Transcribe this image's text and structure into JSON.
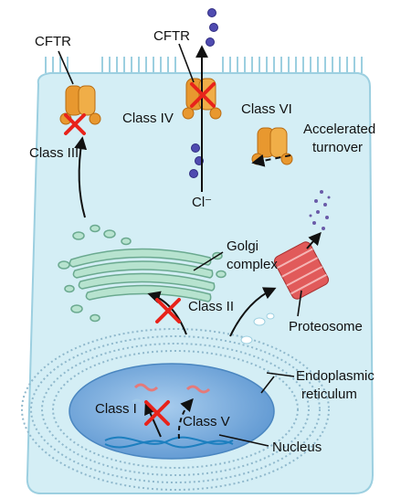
{
  "labels": {
    "cftr_left": "CFTR",
    "cftr_top": "CFTR",
    "class_1": "Class I",
    "class_2": "Class II",
    "class_3": "Class III",
    "class_4": "Class IV",
    "class_5": "Class V",
    "class_6": "Class VI",
    "accelerated_turnover_1": "Accelerated",
    "accelerated_turnover_2": "turnover",
    "golgi_1": "Golgi",
    "golgi_2": "complex",
    "proteosome": "Proteosome",
    "er_1": "Endoplasmic",
    "er_2": "reticulum",
    "nucleus": "Nucleus",
    "chloride": "Cl⁻"
  },
  "colors": {
    "cell_fill": "#d4eef5",
    "cell_stroke": "#9ccfe0",
    "nucleus_fill": "#7fb3e0",
    "golgi_fill": "#b7e3cf",
    "golgi_stroke": "#6aa98f",
    "cftr_orange": "#e8982f",
    "proteosome_red": "#e15a5a",
    "block_red": "#e8231b",
    "ion_purple": "#4f4bb0",
    "arrow": "#111111"
  }
}
